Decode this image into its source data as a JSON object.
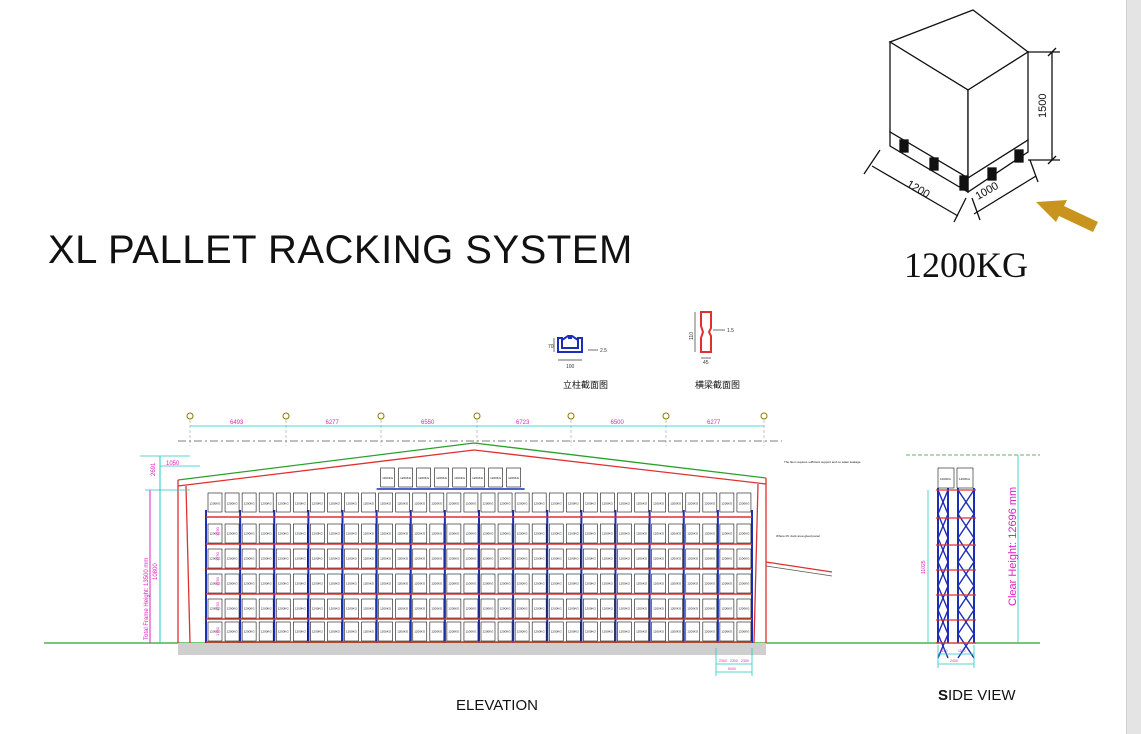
{
  "title": "XL PALLET RACKING SYSTEM",
  "load": {
    "weight": "1200KG",
    "dim_height": "1500",
    "dim_length": "1200",
    "dim_width": "1000"
  },
  "sections": {
    "column_label": "立柱截面图",
    "beam_label": "横梁截面图",
    "column_w": "100",
    "column_h": "70",
    "column_t": "2.5",
    "beam_h": "110",
    "beam_w": "45",
    "beam_t": "1.5"
  },
  "elevation": {
    "caption": "ELEVATION",
    "spans": [
      "6493",
      "6277",
      "6550",
      "6723",
      "6500",
      "6277"
    ],
    "pallet_label": "1200KG",
    "left_height_label": "Total Frame Height: 13500 mm",
    "left_dim_1": "10800",
    "left_dim_2": "2691",
    "top_left_dim": "1050",
    "level_dims": [
      "1750",
      "1750",
      "1750",
      "1750",
      "1750"
    ],
    "note_1": "The floor requires sufficient support and no water leakage",
    "note_2": "Where lift: dock area glued panel",
    "bottom_dims": [
      "2300",
      "2300",
      "2300"
    ],
    "bottom_total": "5000"
  },
  "side_view": {
    "caption_bold": "S",
    "caption_bold2": "ID",
    "caption_rest": "E VIEW",
    "clear_height_label": "Clear Height: 12696 mm",
    "left_dim": "11025",
    "bottom_dims": [
      "1100",
      "1100"
    ],
    "bottom_total": "2400"
  },
  "colors": {
    "roof_green": "#2ca02c",
    "frame_red": "#e03030",
    "rack_blue": "#1a2fb5",
    "dim_magenta": "#e020c0",
    "dim_cyan": "#20c8c8",
    "arrow": "#c8941e"
  }
}
